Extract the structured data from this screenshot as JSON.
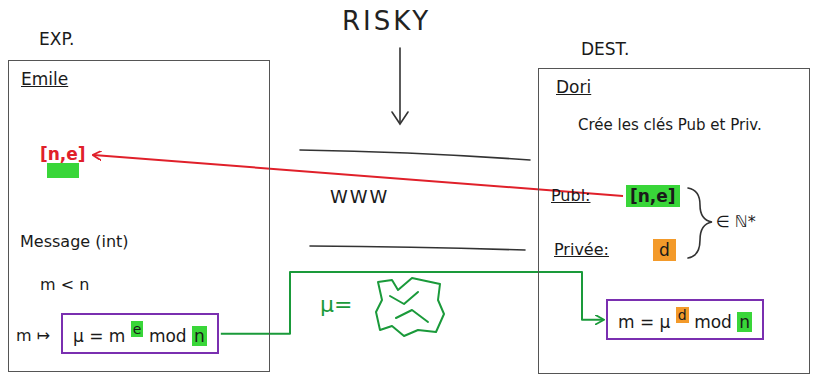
{
  "diagram": {
    "nodes": [
      {
        "text": [
          "EXP.",
          "Emile"
        ]
      },
      {
        "text": [
          "[n,e]"
        ],
        "in": 0
      },
      {
        "text": [
          "μ = m",
          "e",
          "mod",
          "n"
        ],
        "in": 0
      },
      {
        "text": [
          "DEST.",
          "Dori"
        ]
      },
      {
        "text": [
          "[n,e]"
        ],
        "in": 3
      },
      {
        "text": [
          "d"
        ],
        "in": 3
      },
      {
        "text": [
          "m = μ",
          "d",
          "mod",
          "n"
        ],
        "in": 3
      }
    ],
    "edges": [
      {
        "from": 4,
        "to": 1,
        "arrow": "to"
      },
      {
        "from": 2,
        "to": 6,
        "arrow": "to"
      }
    ],
    "labels": [
      "RISKY",
      "WWW",
      "Message (int)",
      "m < n",
      "m ↦",
      "Crée les clés Pub et Priv.",
      "Publ:",
      "Privée:",
      "∈ ℕ*",
      "μ="
    ]
  }
}
